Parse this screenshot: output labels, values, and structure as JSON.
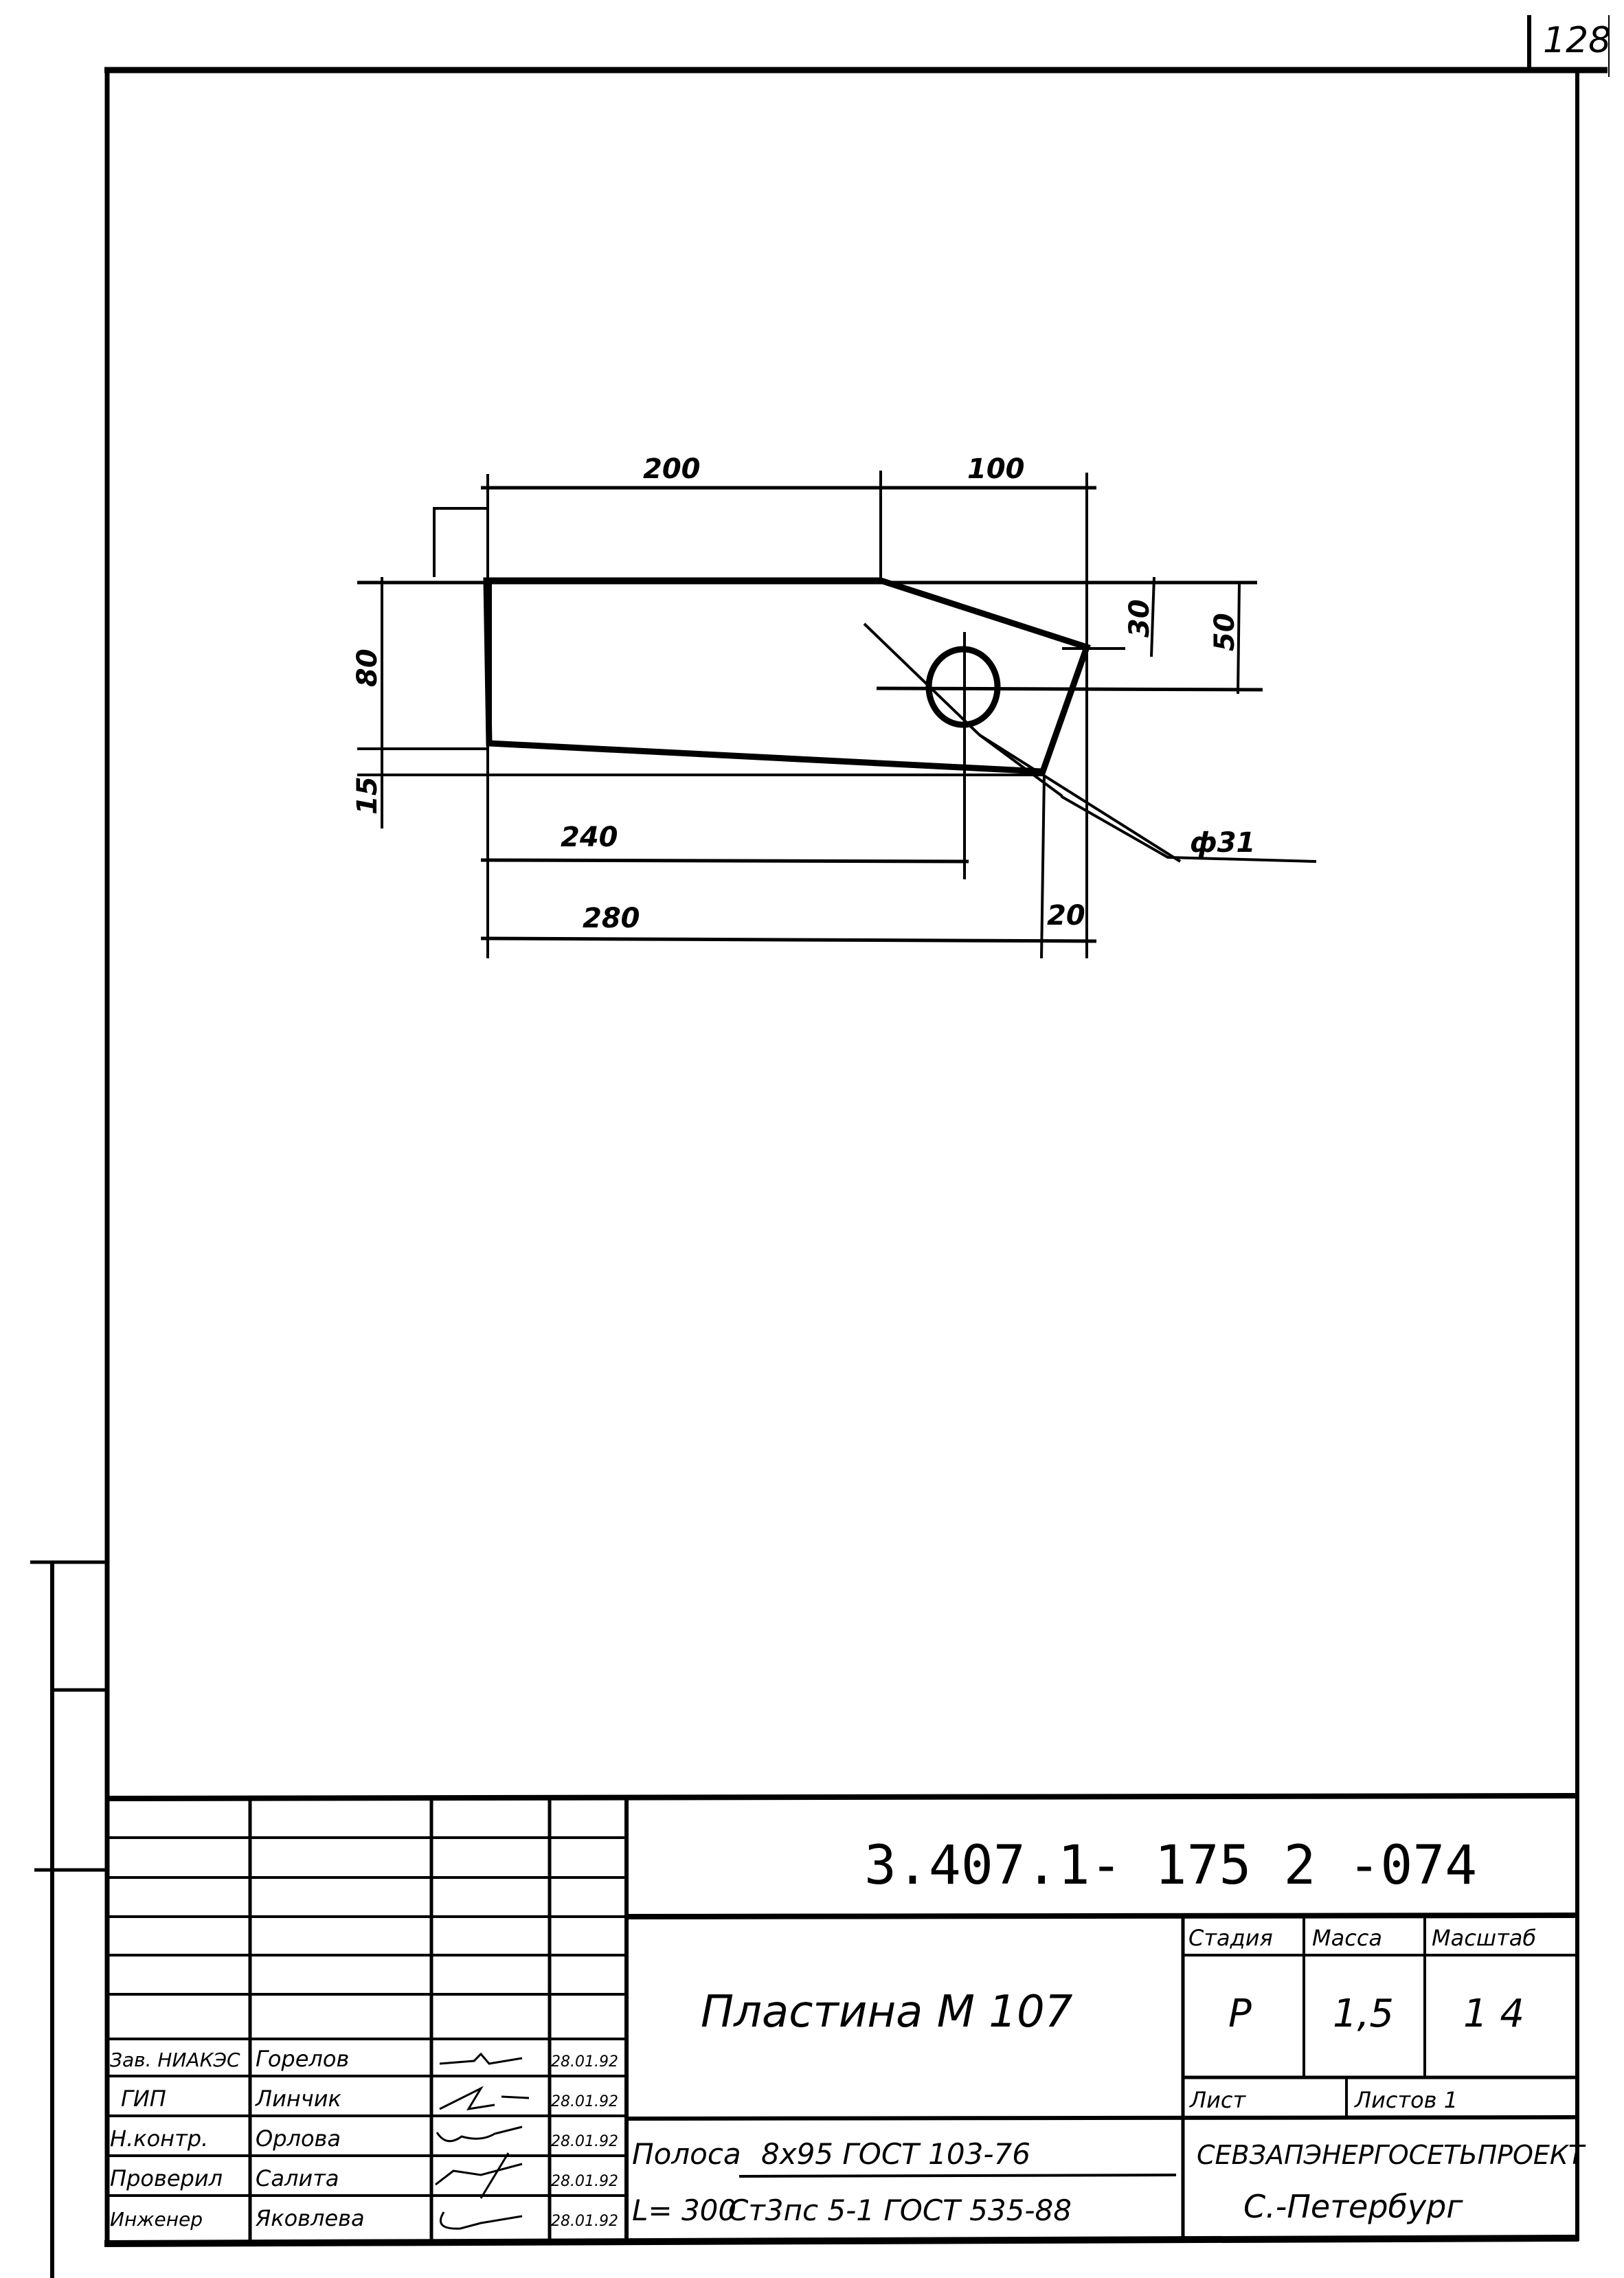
{
  "sheet": {
    "page_number": "128"
  },
  "drawing": {
    "part": "plate",
    "dimensions": {
      "top_left": "200",
      "top_right": "100",
      "right_small": "30",
      "right_large": "50",
      "left_height": "80",
      "left_bottom": "15",
      "hole_offset": "240",
      "overall_length": "280",
      "end_offset": "20",
      "hole_diameter": "ф31"
    }
  },
  "title_block": {
    "document_code": "3.407.1- 175 2 -074",
    "part_name": "Пластина  М 107",
    "stage_header": "Стадия",
    "mass_header": "Масса",
    "scale_header": "Масштаб",
    "stage_value": "Р",
    "mass_value": "1,5",
    "scale_value": "1 4",
    "sheet_label": "Лист",
    "sheets_label": "Листов 1",
    "material_label": "Полоса",
    "length_label": "L= 300",
    "material_spec_top": "8х95 ГОСТ 103-76",
    "material_spec_bottom": "Ст3пс 5-1 ГОСТ 535-88",
    "organization": "СЕВЗАПЭНЕРГОСЕТЬПРОЕКТ",
    "city": "С.-Петербург",
    "signatures": [
      {
        "role": "Зав. НИАКЭС",
        "name": "Горелов",
        "date": "28.01.92"
      },
      {
        "role": "ГИП",
        "name": "Линчик",
        "date": "28.01.92"
      },
      {
        "role": "Н.контр.",
        "name": "Орлова",
        "date": "28.01.92"
      },
      {
        "role": "Проверил",
        "name": "Салита",
        "date": "28.01.92"
      },
      {
        "role": "Инженер",
        "name": "Яковлева",
        "date": "28.01.92"
      }
    ]
  }
}
